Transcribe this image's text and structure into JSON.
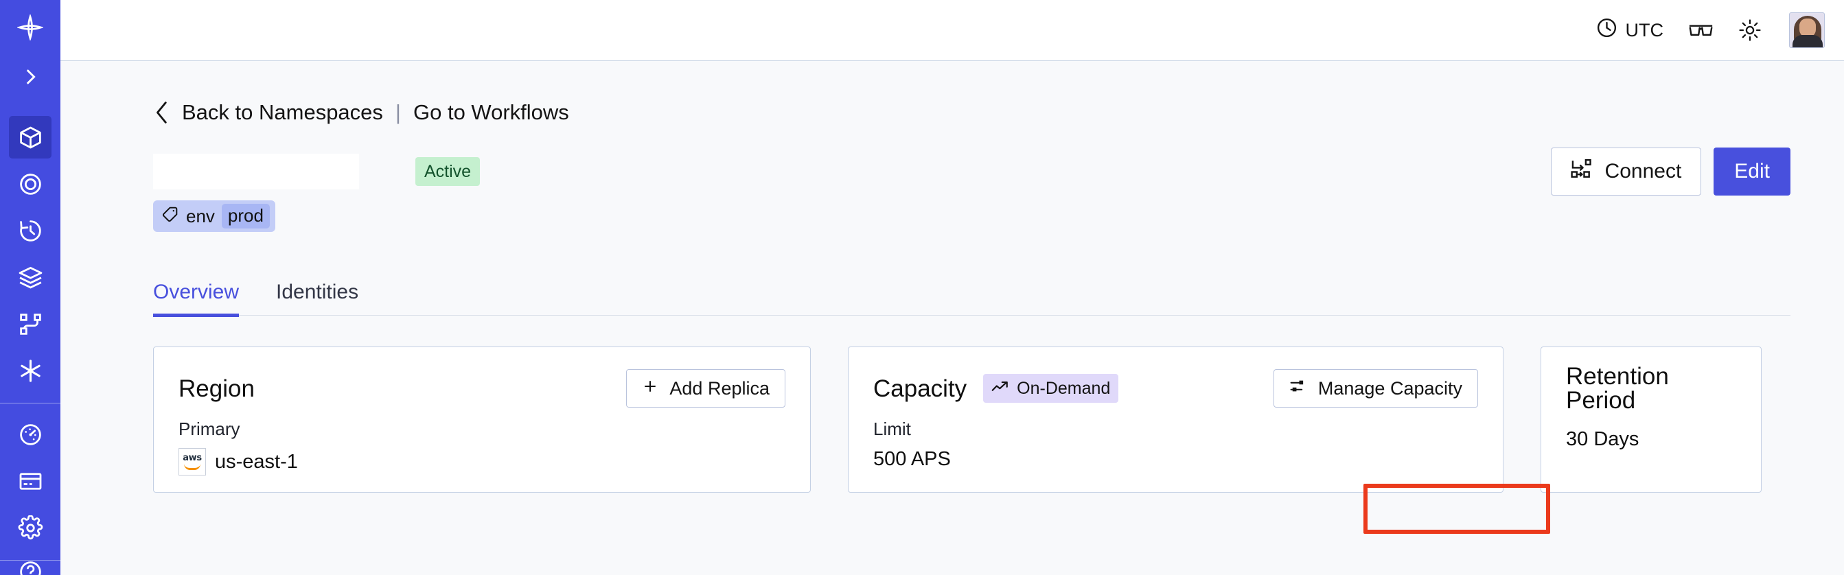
{
  "sidebar": {
    "brand_icon": "temporal-logo-icon",
    "expand_icon": "chevron-right-icon",
    "items": [
      {
        "name": "namespaces",
        "icon": "cube-icon",
        "active": true
      },
      {
        "name": "observability",
        "icon": "spiral-eye-icon",
        "active": false
      },
      {
        "name": "schedules",
        "icon": "clock-history-icon",
        "active": false
      },
      {
        "name": "batch-operations",
        "icon": "layers-icon",
        "active": false
      },
      {
        "name": "workflows",
        "icon": "git-branch-icon",
        "active": false
      },
      {
        "name": "nexus",
        "icon": "asterisk-icon",
        "active": false
      }
    ],
    "secondary_items": [
      {
        "name": "usage",
        "icon": "gauge-icon"
      },
      {
        "name": "billing",
        "icon": "credit-card-icon"
      },
      {
        "name": "settings",
        "icon": "gear-icon"
      }
    ]
  },
  "topbar": {
    "timezone_label": "UTC",
    "timezone_icon": "clock-icon",
    "glasses_icon": "glasses-icon",
    "theme_icon": "sun-icon",
    "avatar_icon": "user-avatar"
  },
  "breadcrumb": {
    "back_icon": "chevron-left-icon",
    "back_label": "Back to Namespaces",
    "divider": "|",
    "forward_label": "Go to Workflows"
  },
  "header": {
    "namespace_title": "",
    "status_badge": "Active",
    "tag": {
      "icon": "tag-icon",
      "key": "env",
      "value": "prod"
    },
    "connect_label": "Connect",
    "connect_icon": "connect-nodes-icon",
    "edit_label": "Edit"
  },
  "tabs": [
    {
      "label": "Overview",
      "active": true
    },
    {
      "label": "Identities",
      "active": false
    }
  ],
  "cards": {
    "region": {
      "title": "Region",
      "action_label": "Add Replica",
      "action_icon": "plus-icon",
      "label": "Primary",
      "provider_icon": "aws-logo",
      "value": "us-east-1"
    },
    "capacity": {
      "title": "Capacity",
      "badge_label": "On-Demand",
      "badge_icon": "trending-up-icon",
      "action_label": "Manage Capacity",
      "action_icon": "sliders-icon",
      "label": "Limit",
      "value": "500 APS"
    },
    "retention": {
      "title": "Retention Period",
      "value": "30 Days"
    }
  },
  "annotation": {
    "highlight_target": "Manage Capacity",
    "highlight_color": "#eb3a1c"
  }
}
